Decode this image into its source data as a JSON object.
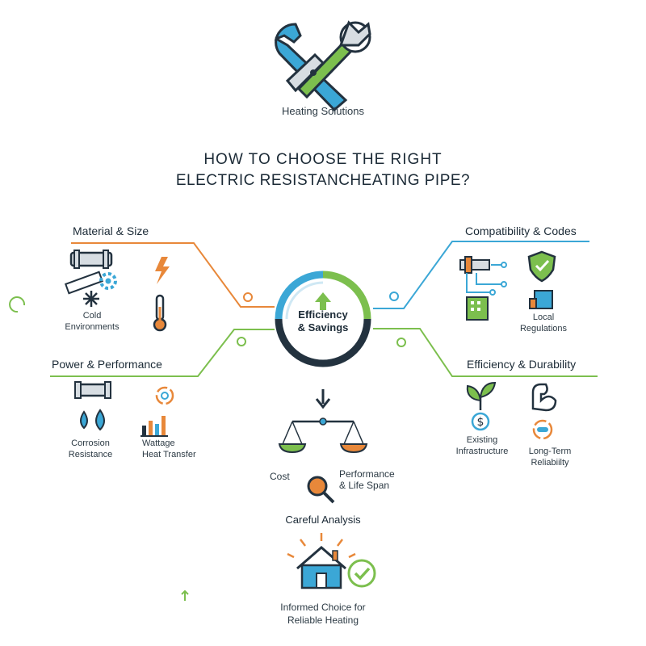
{
  "brand": {
    "name": "Heating Solutions",
    "logo_icon": "wrench-cross-icon"
  },
  "title": {
    "line1": "HOW TO CHOOSE THE RIGHT",
    "line2": "ELECTRIC RESISTANCHEATING PIPE?"
  },
  "hub": {
    "line1": "Efficiency",
    "line2": "& Savings",
    "icon": "arrow-up-icon"
  },
  "sections": {
    "material": {
      "title": "Material & Size",
      "color": "#e8883a",
      "label": "Cold\nEnvironments",
      "icons": [
        "pipe-icon",
        "ruler-gear-icon",
        "snowflake-icon",
        "lightning-icon",
        "thermometer-icon"
      ]
    },
    "power": {
      "title": "Power & Performance",
      "color": "#7cbf4e",
      "label1": "Corrosion\nResistance",
      "label2": "Wattage\nHeat Transfer",
      "icons": [
        "pipe-icon",
        "water-drops-icon",
        "bar-chart-icon",
        "cycle-icon"
      ]
    },
    "compat": {
      "title": "Compatibility & Codes",
      "color": "#3ba7d6",
      "label": "Local\nRegulations",
      "icons": [
        "circuit-pipe-icon",
        "shield-check-icon",
        "building-icon"
      ]
    },
    "durability": {
      "title": "Efficiency & Durability",
      "color": "#7cbf4e",
      "label1": "Existing\nInfrastructure",
      "label2": "Long-Term\nReliabiilty",
      "icons": [
        "plant-icon",
        "dollar-icon",
        "flexed-arm-icon",
        "sync-icon"
      ]
    }
  },
  "balance": {
    "left": "Cost",
    "right": "Performance\n& Life Span",
    "icons": [
      "down-arrow-icon",
      "scale-icon",
      "magnifier-icon"
    ]
  },
  "analysis": {
    "label": "Careful Analysis"
  },
  "conclusion": {
    "label": "Informed Choice for\nReliable Heating",
    "icons": [
      "house-icon",
      "check-circle-icon"
    ]
  },
  "colors": {
    "orange": "#e8883a",
    "green": "#7cbf4e",
    "blue": "#3ba7d6",
    "navy": "#23323f"
  }
}
